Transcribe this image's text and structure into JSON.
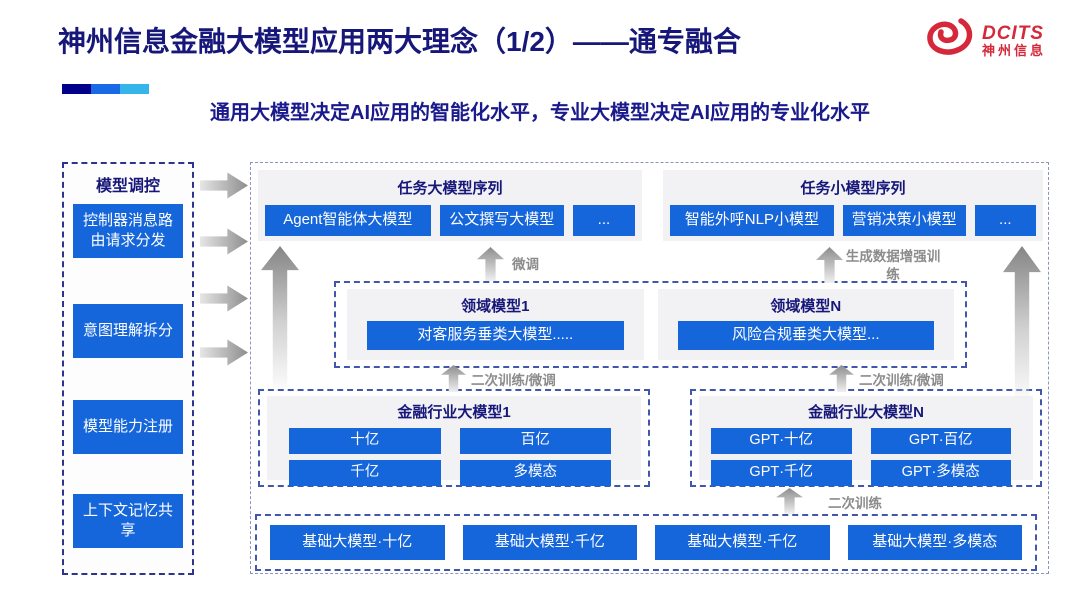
{
  "slide": {
    "title": "神州信息金融大模型应用两大理念（1/2）——通专融合",
    "subtitle": "通用大模型决定AI应用的智能化水平，专业大模型决定AI应用的专业化水平",
    "logo": {
      "brand": "DCITS",
      "brand_cn": "神州信息"
    }
  },
  "colors": {
    "heading_navy": "#17177a",
    "subtitle_navy": "#1a1a8c",
    "button_blue": "#1565db",
    "logo_red": "#d5293b",
    "panel_gray": "#f2f2f4",
    "arrow_gray": "#8d8d8d",
    "deco_segments": [
      "#00008b",
      "#1a6ae8",
      "#35b5ea"
    ]
  },
  "sidebar": {
    "title": "模型调控",
    "items": [
      "控制器消息路由请求分发",
      "意图理解拆分",
      "模型能力注册",
      "上下文记忆共享"
    ]
  },
  "diagram": {
    "task_large": {
      "title": "任务大模型序列",
      "items": [
        "Agent智能体大模型",
        "公文撰写大模型",
        "..."
      ]
    },
    "task_small": {
      "title": "任务小模型序列",
      "items": [
        "智能外呼NLP小模型",
        "营销决策小模型",
        "..."
      ]
    },
    "domain_models": [
      {
        "title": "领域模型1",
        "item": "对客服务垂类大模型....."
      },
      {
        "title": "领域模型N",
        "item": "风险合规垂类大模型..."
      }
    ],
    "industry_models": [
      {
        "title": "金融行业大模型1",
        "items": [
          "十亿",
          "百亿",
          "千亿",
          "多模态"
        ]
      },
      {
        "title": "金融行业大模型N",
        "items": [
          "GPT·十亿",
          "GPT·百亿",
          "GPT·千亿",
          "GPT·多模态"
        ]
      }
    ],
    "base_models": [
      "基础大模型·十亿",
      "基础大模型·千亿",
      "基础大模型·千亿",
      "基础大模型·多模态"
    ],
    "labels": {
      "fine_tune": "微调",
      "gen_data_training": "生成数据增强训练",
      "secondary_left": "二次训练/微调",
      "secondary_right": "二次训练/微调",
      "secondary_bottom": "二次训练"
    }
  }
}
